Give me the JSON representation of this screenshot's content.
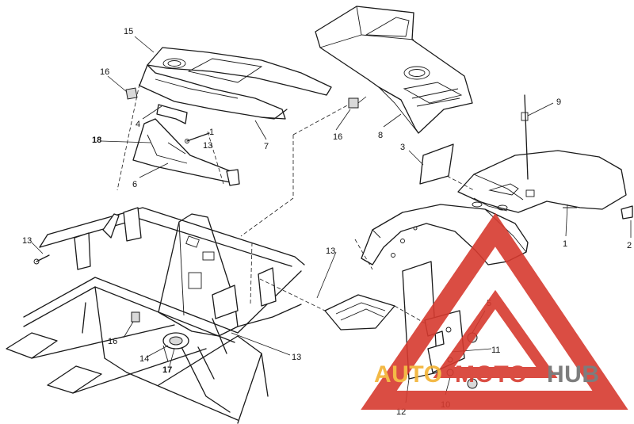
{
  "diagram": {
    "callouts": {
      "c15": "15",
      "c16a": "16",
      "c4": "4",
      "c1a": "1",
      "c13a": "13",
      "c18": "18",
      "c6": "6",
      "c7": "7",
      "c16b": "16",
      "c8": "8",
      "c9": "9",
      "c3": "3",
      "c2": "2",
      "c1b": "1",
      "c13b": "13",
      "c13c": "13",
      "c5": "5",
      "c16c": "16",
      "c14": "14",
      "c17": "17",
      "c13d": "13",
      "c11": "11",
      "c12": "12",
      "c10": "10"
    }
  },
  "watermark": {
    "part1": "AUTO",
    "part2": "MOTO",
    "part3": "HUB",
    "colors": {
      "orange": "#f2b233",
      "red": "#d63a2f",
      "gray": "#707070"
    }
  }
}
